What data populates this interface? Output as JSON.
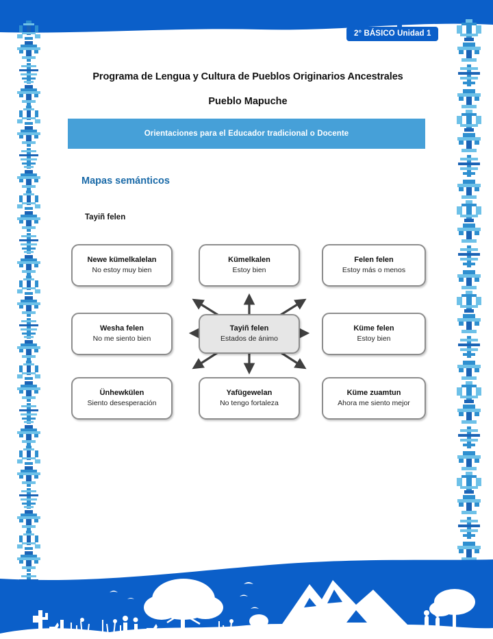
{
  "badge": {
    "label": "2° BÁSICO Unidad 1"
  },
  "header": {
    "title_line1": "Programa de Lengua y Cultura de Pueblos Originarios Ancestrales",
    "title_line2": "Pueblo Mapuche",
    "subtitle_bar": "Orientaciones para el Educador tradicional o Docente"
  },
  "section": {
    "heading": "Mapas semánticos",
    "map_label": "Tayiñ felen"
  },
  "diagram": {
    "center": {
      "term": "Tayiñ felen",
      "gloss": "Estados de ánimo"
    },
    "nodes": [
      {
        "term": "Newe  kümelkalelan",
        "gloss": "No estoy muy bien"
      },
      {
        "term": "Kümelkalen",
        "gloss": "Estoy bien"
      },
      {
        "term": "Felen felen",
        "gloss": "Estoy más o menos"
      },
      {
        "term": "Wesha felen",
        "gloss": "No me siento bien"
      },
      {
        "term": "Küme felen",
        "gloss": "Estoy bien"
      },
      {
        "term": "Ünhewkülen",
        "gloss": "Siento  desesperación"
      },
      {
        "term": "Yafügewelan",
        "gloss": "No tengo fortaleza"
      },
      {
        "term": "Küme zuamtun",
        "gloss": "Ahora me siento mejor"
      }
    ]
  },
  "colors": {
    "wave_blue": "#0b5fc9",
    "bar_blue": "#46a0d8",
    "heading_blue": "#1a6aa8",
    "ornament_light": "#6ec1e8",
    "ornament_mid": "#2e8fd0",
    "ornament_dark": "#1b63b5",
    "node_border": "#8d8d8d",
    "center_fill": "#e6e6e6",
    "arrow": "#3f3f3f"
  }
}
